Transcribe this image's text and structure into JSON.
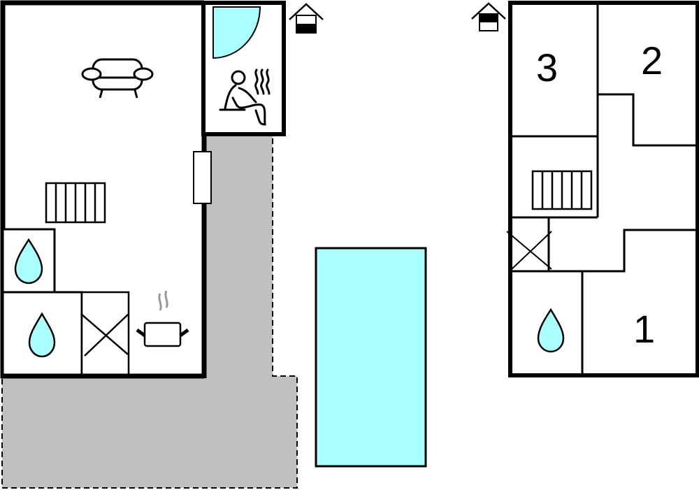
{
  "plan": {
    "ground_floor": {
      "label": "ground-floor"
    },
    "upper_floor": {
      "rooms": [
        {
          "id": "bedroom-3",
          "number": "3"
        },
        {
          "id": "bedroom-2",
          "number": "2"
        },
        {
          "id": "bedroom-1",
          "number": "1"
        }
      ]
    }
  },
  "colors": {
    "water": "#aaffff",
    "terrace": "#c0c0c0",
    "wall": "#000000"
  },
  "icons": [
    "floor-indicator-ground-icon",
    "floor-indicator-upper-icon",
    "sofa-icon",
    "radiator-icon",
    "water-drop-icon",
    "stove-x-icon",
    "cooking-pot-icon",
    "sauna-icon",
    "shower-icon",
    "window-icon",
    "pool-icon",
    "stairs-icon"
  ]
}
